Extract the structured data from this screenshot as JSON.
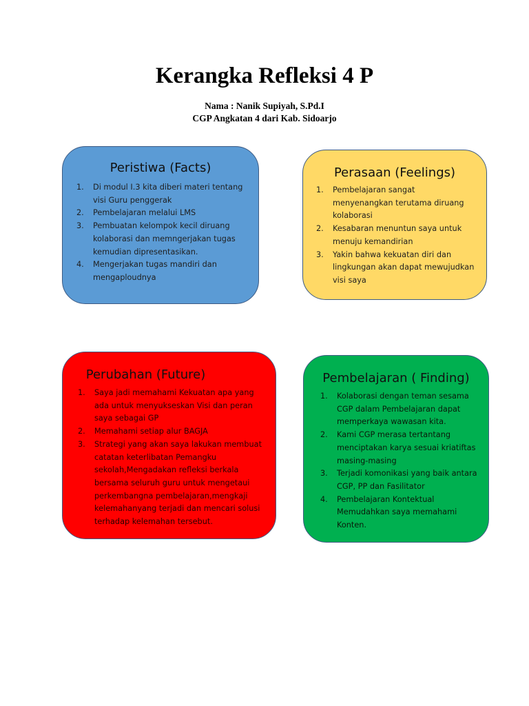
{
  "header": {
    "title": "Kerangka Refleksi 4 P",
    "name_line": "Nama : Nanik Supiyah, S.Pd.I",
    "cohort_line": "CGP Angkatan 4 dari Kab. Sidoarjo"
  },
  "cards": {
    "facts": {
      "title": "Peristiwa (Facts)",
      "color": "#5b9bd5",
      "items": [
        {
          "num": "1.",
          "text": "Di modul I.3 kita diberi materi tentang visi Guru penggerak"
        },
        {
          "num": "2.",
          "text": "Pembelajaran melalui LMS"
        },
        {
          "num": "3.",
          "text": "Pembuatan kelompok kecil diruang kolaborasi dan memngerjakan tugas kemudian dipresentasikan."
        },
        {
          "num": "4.",
          "text": "Mengerjakan tugas mandiri dan mengaploudnya"
        }
      ]
    },
    "feelings": {
      "title": "Perasaan (Feelings)",
      "color": "#ffd966",
      "items": [
        {
          "num": "1.",
          "text": "Pembelajaran sangat menyenangkan terutama diruang kolaborasi"
        },
        {
          "num": "2.",
          "text": "Kesabaran menuntun saya untuk menuju kemandirian"
        },
        {
          "num": "3.",
          "text": "Yakin  bahwa kekuatan diri dan lingkungan akan dapat mewujudkan visi saya"
        }
      ]
    },
    "future": {
      "title": "Perubahan (Future)",
      "color": "#ff0000",
      "items": [
        {
          "num": "1.",
          "text": "Saya jadi memahami Kekuatan  apa yang ada untuk menyukseskan Visi dan peran saya sebagai GP"
        },
        {
          "num": "2.",
          "text": "Memahami setiap alur BAGJA"
        },
        {
          "num": "3.",
          "text": "Strategi yang akan saya lakukan membuat catatan keterlibatan Pemangku sekolah,Mengadakan refleksi berkala bersama seluruh guru untuk mengetaui perkembangna pembelajaran,mengkaji kelemahanyang terjadi dan mencari solusi terhadap kelemahan tersebut."
        }
      ]
    },
    "finding": {
      "title": "Pembelajaran ( Finding)",
      "color": "#00b050",
      "items": [
        {
          "num": "1.",
          "text": "Kolaborasi dengan teman sesama CGP dalam Pembelajaran  dapat memperkaya wawasan kita."
        },
        {
          "num": "2.",
          "text": "Kami CGP merasa tertantang menciptakan karya sesuai kriatiftas masing-masing"
        },
        {
          "num": "3.",
          "text": "Terjadi komonikasi yang baik antara CGP, PP dan Fasilitator"
        },
        {
          "num": "4.",
          "text": "Pembelajaran Kontektual Memudahkan saya memahami Konten."
        }
      ]
    }
  }
}
